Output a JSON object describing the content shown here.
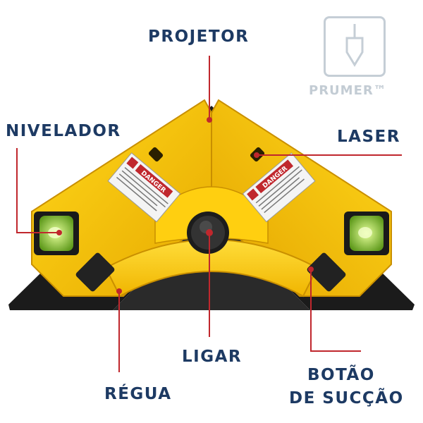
{
  "brand": {
    "name": "PRUMER™",
    "icon": "plumb-bob-icon"
  },
  "labels": {
    "projector": "PROJETOR",
    "leveler": "NIVELADOR",
    "laser": "LASER",
    "power": "LIGAR",
    "ruler": "RÉGUA",
    "suction_line1": "BOTÃO",
    "suction_line2": "DE SUCÇÃO"
  },
  "device_sticker": {
    "warning": "DANGER"
  },
  "colors": {
    "body_yellow": "#f5c400",
    "label_navy": "#1d3a63",
    "callout_red": "#c0272d",
    "base_black": "#1b1b1b",
    "bubble_green": "#9bd44a"
  }
}
